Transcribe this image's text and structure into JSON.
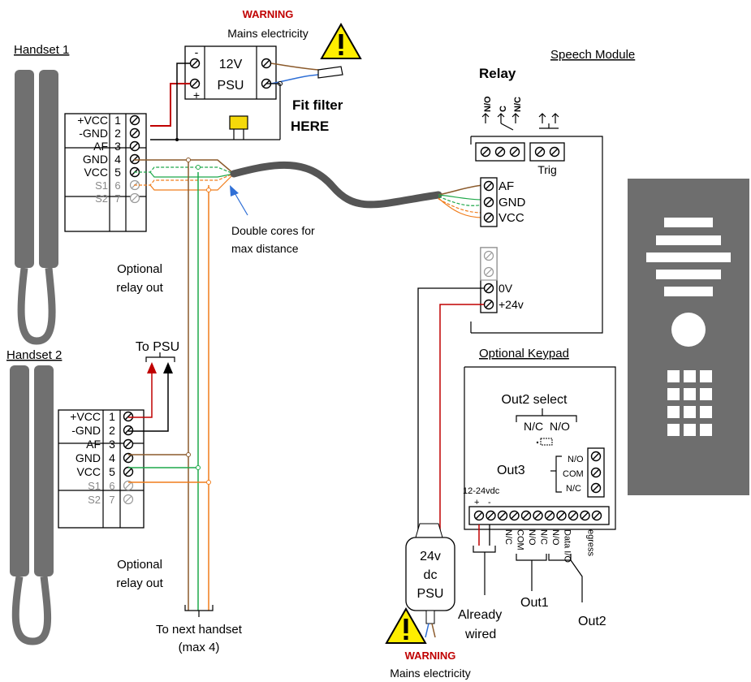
{
  "labels": {
    "handset1": "Handset 1",
    "handset2": "Handset 2",
    "speech_module": "Speech Module",
    "optional_keypad": "Optional Keypad",
    "warning": "WARNING",
    "mains": "Mains electricity",
    "psu_12v_line1": "12V",
    "psu_12v_line2": "PSU",
    "fit_filter_line1": "Fit filter",
    "fit_filter_line2": "HERE",
    "relay": "Relay",
    "relay_no": "N/O",
    "relay_c": "C",
    "relay_nc": "N/C",
    "trig": "Trig",
    "af": "AF",
    "gnd": "GND",
    "vcc": "VCC",
    "zero_v": "0V",
    "plus24v": "+24v",
    "double_cores_line1": "Double cores for",
    "double_cores_line2": "max distance",
    "optional_relay_line1": "Optional",
    "optional_relay_line2": "relay out",
    "to_psu": "To PSU",
    "to_next_line1": "To next handset",
    "to_next_line2": "(max 4)",
    "psu24_line1": "24v",
    "psu24_line2": "dc",
    "psu24_line3": "PSU",
    "already_line1": "Already",
    "already_line2": "wired",
    "out1": "Out1",
    "out2": "Out2",
    "out2_select": "Out2 select",
    "out2_nc": "N/C",
    "out2_no": "N/O",
    "out3": "Out3",
    "out3_no": "N/O",
    "out3_com": "COM",
    "out3_nc": "N/C",
    "vdc_range": "12-24vdc",
    "plus": "+",
    "minus": "-",
    "kp_nc1": "N/C",
    "kp_com": "COM",
    "kp_no1": "N/O",
    "kp_nc2": "N/C",
    "kp_no2": "N/O",
    "kp_data": "Data I/O",
    "kp_egress": "egress"
  },
  "handset_rows": [
    {
      "label": "+VCC",
      "num": "1",
      "grey": false
    },
    {
      "label": "-GND",
      "num": "2",
      "grey": false
    },
    {
      "label": "AF",
      "num": "3",
      "grey": false
    },
    {
      "label": "GND",
      "num": "4",
      "grey": false
    },
    {
      "label": "VCC",
      "num": "5",
      "grey": false
    },
    {
      "label": "S1",
      "num": "6",
      "grey": true
    },
    {
      "label": "S2",
      "num": "7",
      "grey": true
    }
  ],
  "colors": {
    "red": "#c00000",
    "brown": "#8b5a2b",
    "green": "#1fa84a",
    "orange": "#f07d1c",
    "blue": "#2f6fd6",
    "cable": "#555555",
    "panel": "#6e6e6e",
    "filter": "#f5d90a",
    "warning_yellow": "#ffee00"
  }
}
